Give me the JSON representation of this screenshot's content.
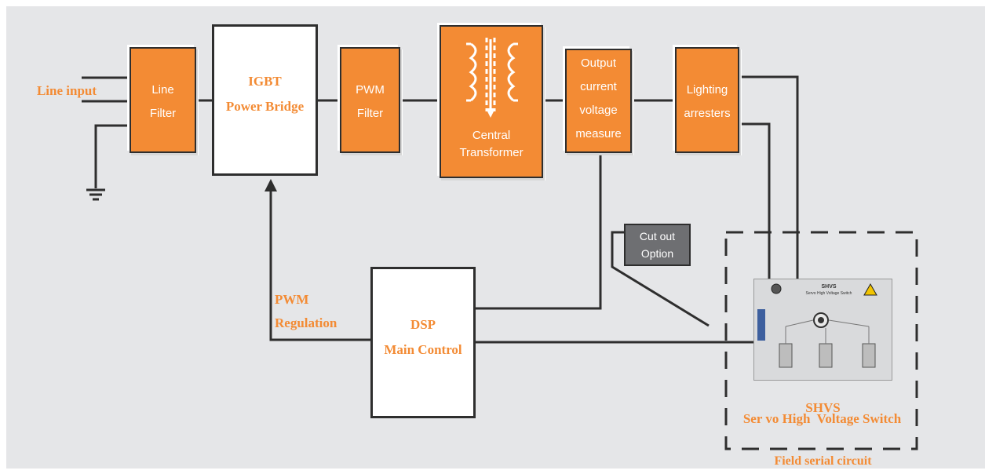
{
  "labels": {
    "line_input": "Line input",
    "line_filter": [
      "Line",
      "Filter"
    ],
    "igbt": [
      "IGBT",
      "Power Bridge"
    ],
    "pwm_filter": [
      "PWM",
      "Filter"
    ],
    "central_transformer": [
      "Central",
      "Transformer"
    ],
    "output_measure": [
      "Output",
      "current",
      "voltage",
      "measure"
    ],
    "lighting_arresters": [
      "Lighting",
      "arresters"
    ],
    "cut_out_option": [
      "Cut out",
      "Option"
    ],
    "pwm_regulation": [
      "PWM",
      "Regulation"
    ],
    "dsp": [
      "DSP",
      "Main Control"
    ],
    "shvs_caption": [
      "SHVS",
      "Ser vo High  Voltage Switch"
    ],
    "field_serial_circuit": "Field serial circuit"
  },
  "plate": {
    "title": "SHVS",
    "subtitle": "Servo High Voltage Switch"
  },
  "colors": {
    "accent": "#f38b34",
    "background": "#e5e6e8",
    "line": "#2e2e2e",
    "option_box": "#6e6f72"
  }
}
